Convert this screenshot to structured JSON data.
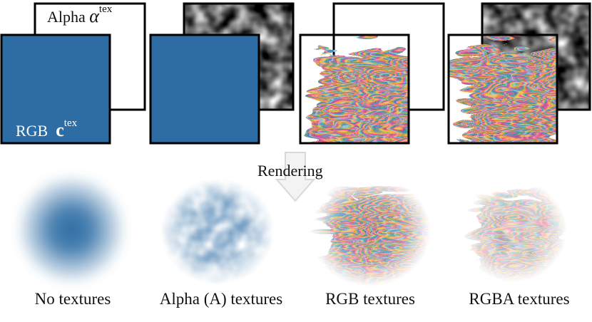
{
  "labels": {
    "alpha_prefix": "Alpha",
    "alpha_symbol": "α",
    "alpha_sup": "tex",
    "rgb_prefix": "RGB",
    "rgb_symbol": "c",
    "rgb_sup": "tex",
    "rendering": "Rendering"
  },
  "captions": [
    "No textures",
    "Alpha (A) textures",
    "RGB textures",
    "RGBA textures"
  ],
  "colors": {
    "rgb_blue": "#2e6da4",
    "frame": "#000000",
    "arrow_fill": "#f3f3f3",
    "arrow_stroke": "#d9d9d9"
  }
}
